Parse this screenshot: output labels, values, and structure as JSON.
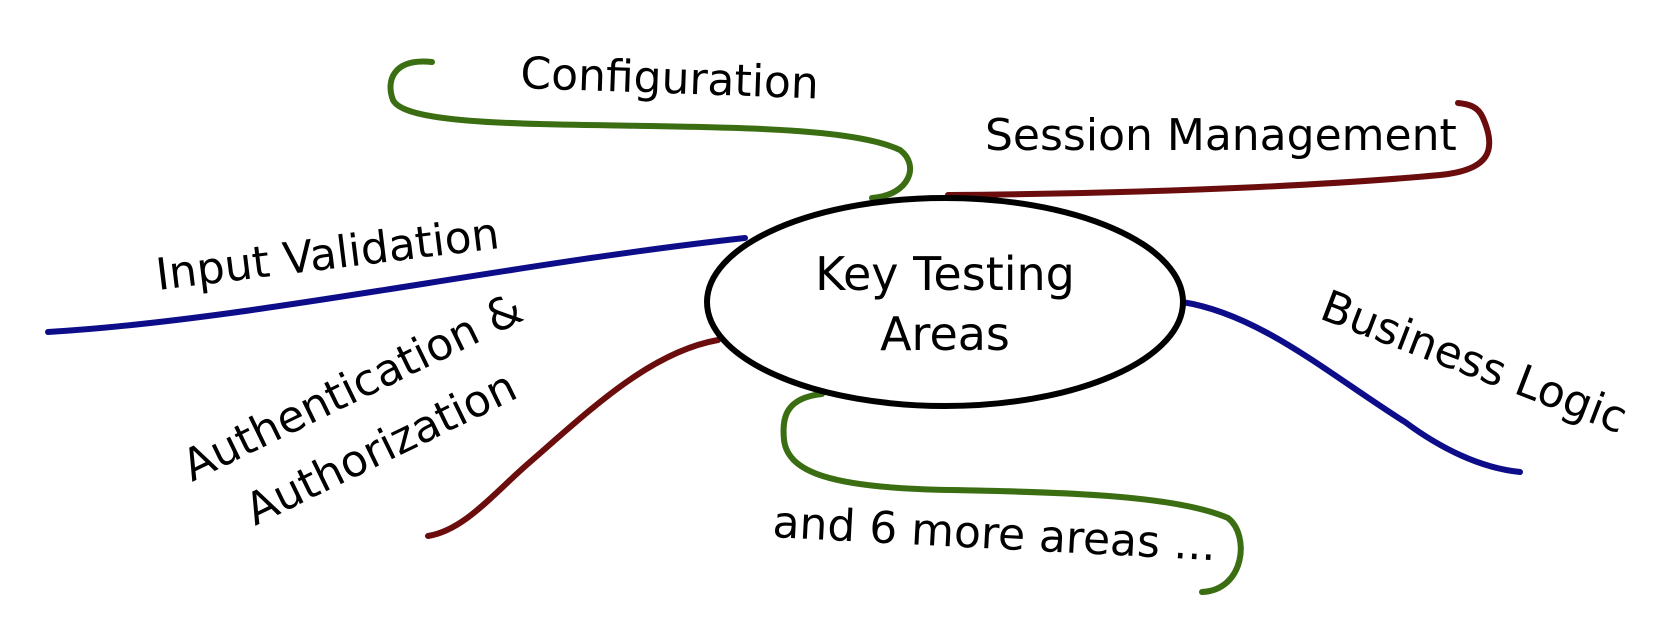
{
  "colors": {
    "green": "#3b6e12",
    "maroon": "#6b0d0d",
    "blue": "#0d0d8a",
    "outline": "#000000"
  },
  "center": {
    "line1": "Key Testing",
    "line2": "Areas"
  },
  "branches": {
    "configuration": {
      "label": "Configuration",
      "color": "#3b6e12"
    },
    "session_management": {
      "label": "Session Management",
      "color": "#6b0d0d"
    },
    "input_validation": {
      "label": "Input Validation",
      "color": "#0d0d8a"
    },
    "business_logic": {
      "label": "Business Logic",
      "color": "#0d0d8a"
    },
    "authentication": {
      "line1": "Authentication &",
      "line2": "Authorization",
      "color": "#6b0d0d"
    },
    "more": {
      "label": "and 6 more areas ...",
      "color": "#3b6e12"
    }
  }
}
